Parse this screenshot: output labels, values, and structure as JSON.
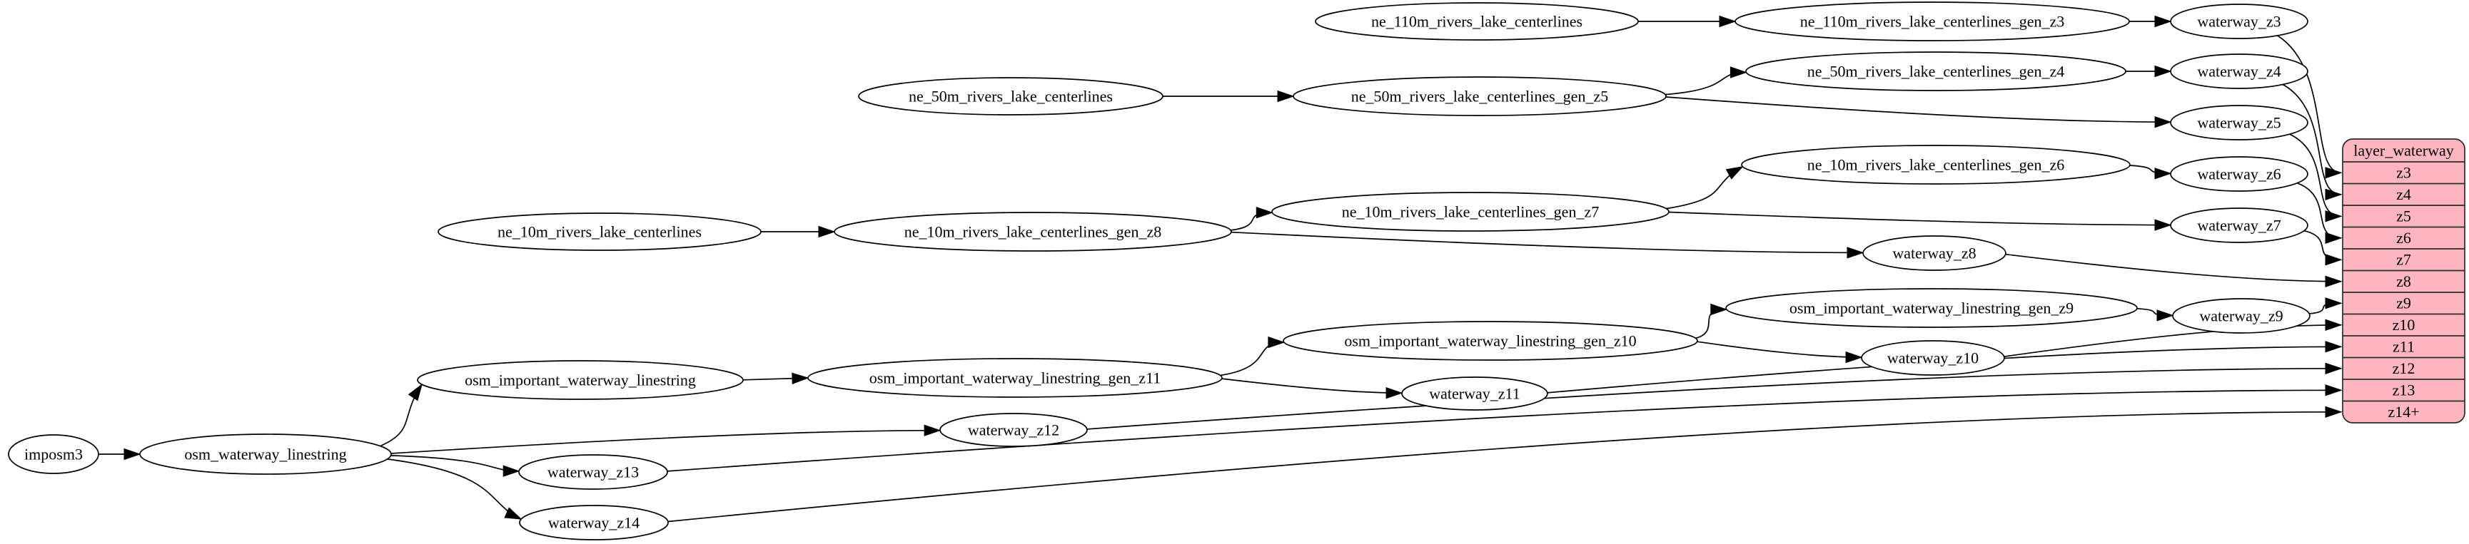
{
  "diagram": {
    "colors": {
      "background": "#ffffff",
      "node_fill": "#ffffff",
      "node_stroke": "#000000",
      "edge_stroke": "#000000",
      "table_fill": "#ffb6c1",
      "table_stroke": "#2b2b2b",
      "text": "#000000"
    },
    "nodes": [
      {
        "id": "imposm3",
        "label": "imposm3"
      },
      {
        "id": "osm_waterway_linestring",
        "label": "osm_waterway_linestring"
      },
      {
        "id": "osm_important_waterway_linestring",
        "label": "osm_important_waterway_linestring"
      },
      {
        "id": "osm_important_waterway_linestring_gen_z11",
        "label": "osm_important_waterway_linestring_gen_z11"
      },
      {
        "id": "osm_important_waterway_linestring_gen_z10",
        "label": "osm_important_waterway_linestring_gen_z10"
      },
      {
        "id": "osm_important_waterway_linestring_gen_z9",
        "label": "osm_important_waterway_linestring_gen_z9"
      },
      {
        "id": "ne_110m_rivers_lake_centerlines",
        "label": "ne_110m_rivers_lake_centerlines"
      },
      {
        "id": "ne_110m_rivers_lake_centerlines_gen_z3",
        "label": "ne_110m_rivers_lake_centerlines_gen_z3"
      },
      {
        "id": "ne_50m_rivers_lake_centerlines",
        "label": "ne_50m_rivers_lake_centerlines"
      },
      {
        "id": "ne_50m_rivers_lake_centerlines_gen_z5",
        "label": "ne_50m_rivers_lake_centerlines_gen_z5"
      },
      {
        "id": "ne_50m_rivers_lake_centerlines_gen_z4",
        "label": "ne_50m_rivers_lake_centerlines_gen_z4"
      },
      {
        "id": "ne_10m_rivers_lake_centerlines",
        "label": "ne_10m_rivers_lake_centerlines"
      },
      {
        "id": "ne_10m_rivers_lake_centerlines_gen_z8",
        "label": "ne_10m_rivers_lake_centerlines_gen_z8"
      },
      {
        "id": "ne_10m_rivers_lake_centerlines_gen_z7",
        "label": "ne_10m_rivers_lake_centerlines_gen_z7"
      },
      {
        "id": "ne_10m_rivers_lake_centerlines_gen_z6",
        "label": "ne_10m_rivers_lake_centerlines_gen_z6"
      },
      {
        "id": "waterway_z3",
        "label": "waterway_z3"
      },
      {
        "id": "waterway_z4",
        "label": "waterway_z4"
      },
      {
        "id": "waterway_z5",
        "label": "waterway_z5"
      },
      {
        "id": "waterway_z6",
        "label": "waterway_z6"
      },
      {
        "id": "waterway_z7",
        "label": "waterway_z7"
      },
      {
        "id": "waterway_z8",
        "label": "waterway_z8"
      },
      {
        "id": "waterway_z9",
        "label": "waterway_z9"
      },
      {
        "id": "waterway_z10",
        "label": "waterway_z10"
      },
      {
        "id": "waterway_z11",
        "label": "waterway_z11"
      },
      {
        "id": "waterway_z12",
        "label": "waterway_z12"
      },
      {
        "id": "waterway_z13",
        "label": "waterway_z13"
      },
      {
        "id": "waterway_z14",
        "label": "waterway_z14"
      }
    ],
    "table": {
      "id": "layer_waterway",
      "title": "layer_waterway",
      "rows": [
        "z3",
        "z4",
        "z5",
        "z6",
        "z7",
        "z8",
        "z9",
        "z10",
        "z11",
        "z12",
        "z13",
        "z14+"
      ]
    },
    "edges": [
      {
        "from": "imposm3",
        "to": "osm_waterway_linestring"
      },
      {
        "from": "osm_waterway_linestring",
        "to": "osm_important_waterway_linestring"
      },
      {
        "from": "osm_waterway_linestring",
        "to": "waterway_z12"
      },
      {
        "from": "osm_waterway_linestring",
        "to": "waterway_z13"
      },
      {
        "from": "osm_waterway_linestring",
        "to": "waterway_z14"
      },
      {
        "from": "osm_important_waterway_linestring",
        "to": "osm_important_waterway_linestring_gen_z11"
      },
      {
        "from": "osm_important_waterway_linestring_gen_z11",
        "to": "osm_important_waterway_linestring_gen_z10"
      },
      {
        "from": "osm_important_waterway_linestring_gen_z11",
        "to": "waterway_z11"
      },
      {
        "from": "osm_important_waterway_linestring_gen_z10",
        "to": "osm_important_waterway_linestring_gen_z9"
      },
      {
        "from": "osm_important_waterway_linestring_gen_z10",
        "to": "waterway_z10"
      },
      {
        "from": "osm_important_waterway_linestring_gen_z9",
        "to": "waterway_z9"
      },
      {
        "from": "ne_110m_rivers_lake_centerlines",
        "to": "ne_110m_rivers_lake_centerlines_gen_z3"
      },
      {
        "from": "ne_110m_rivers_lake_centerlines_gen_z3",
        "to": "waterway_z3"
      },
      {
        "from": "ne_50m_rivers_lake_centerlines",
        "to": "ne_50m_rivers_lake_centerlines_gen_z5"
      },
      {
        "from": "ne_50m_rivers_lake_centerlines_gen_z5",
        "to": "ne_50m_rivers_lake_centerlines_gen_z4"
      },
      {
        "from": "ne_50m_rivers_lake_centerlines_gen_z5",
        "to": "waterway_z5"
      },
      {
        "from": "ne_50m_rivers_lake_centerlines_gen_z4",
        "to": "waterway_z4"
      },
      {
        "from": "ne_10m_rivers_lake_centerlines",
        "to": "ne_10m_rivers_lake_centerlines_gen_z8"
      },
      {
        "from": "ne_10m_rivers_lake_centerlines_gen_z8",
        "to": "ne_10m_rivers_lake_centerlines_gen_z7"
      },
      {
        "from": "ne_10m_rivers_lake_centerlines_gen_z8",
        "to": "waterway_z8"
      },
      {
        "from": "ne_10m_rivers_lake_centerlines_gen_z7",
        "to": "ne_10m_rivers_lake_centerlines_gen_z6"
      },
      {
        "from": "ne_10m_rivers_lake_centerlines_gen_z7",
        "to": "waterway_z7"
      },
      {
        "from": "ne_10m_rivers_lake_centerlines_gen_z6",
        "to": "waterway_z6"
      },
      {
        "from": "waterway_z3",
        "to": "layer_waterway",
        "port": "z3"
      },
      {
        "from": "waterway_z4",
        "to": "layer_waterway",
        "port": "z4"
      },
      {
        "from": "waterway_z5",
        "to": "layer_waterway",
        "port": "z5"
      },
      {
        "from": "waterway_z6",
        "to": "layer_waterway",
        "port": "z6"
      },
      {
        "from": "waterway_z7",
        "to": "layer_waterway",
        "port": "z7"
      },
      {
        "from": "waterway_z8",
        "to": "layer_waterway",
        "port": "z8"
      },
      {
        "from": "waterway_z9",
        "to": "layer_waterway",
        "port": "z9"
      },
      {
        "from": "waterway_z10",
        "to": "layer_waterway",
        "port": "z10"
      },
      {
        "from": "waterway_z11",
        "to": "layer_waterway",
        "port": "z11"
      },
      {
        "from": "waterway_z12",
        "to": "layer_waterway",
        "port": "z12"
      },
      {
        "from": "waterway_z13",
        "to": "layer_waterway",
        "port": "z13"
      },
      {
        "from": "waterway_z14",
        "to": "layer_waterway",
        "port": "z14+"
      }
    ]
  }
}
